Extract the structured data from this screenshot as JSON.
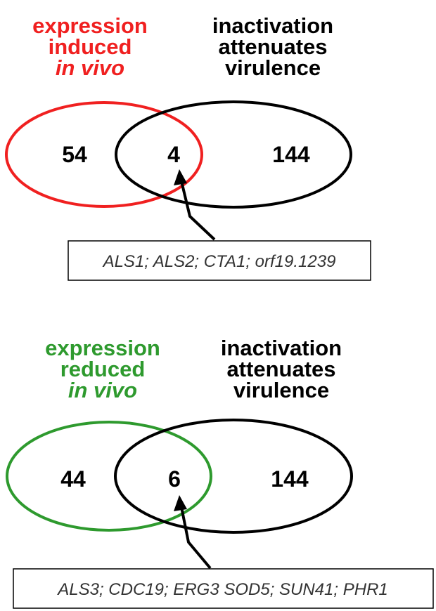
{
  "colors": {
    "induced": "#f02020",
    "reduced": "#2e9a2e",
    "virulence": "#000000",
    "box_border": "#000000"
  },
  "panels": [
    {
      "left_label": {
        "line1": "expression",
        "line2": "induced",
        "line3": "in vivo"
      },
      "right_label": {
        "line1": "inactivation",
        "line2": "attenuates",
        "line3": "virulence"
      },
      "left_only": "54",
      "overlap": "4",
      "right_only": "144",
      "genes": "ALS1; ALS2; CTA1; orf19.1239"
    },
    {
      "left_label": {
        "line1": "expression",
        "line2": "reduced",
        "line3": "in vivo"
      },
      "right_label": {
        "line1": "inactivation",
        "line2": "attenuates",
        "line3": "virulence"
      },
      "left_only": "44",
      "overlap": "6",
      "right_only": "144",
      "genes": "ALS3; CDC19; ERG3 SOD5; SUN41; PHR1"
    }
  ]
}
